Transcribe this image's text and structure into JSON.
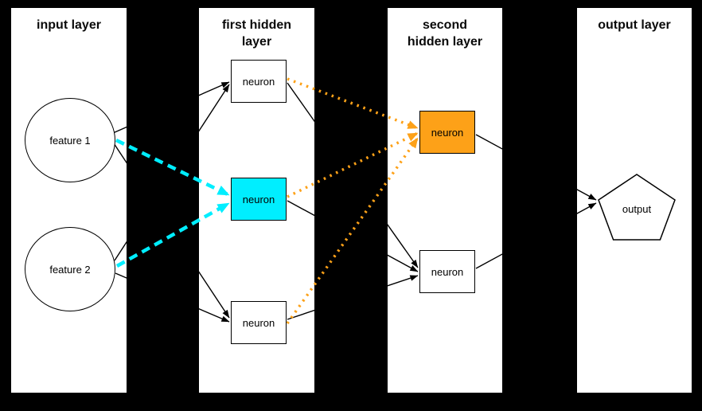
{
  "diagram": {
    "type": "neural-network-architecture",
    "colors": {
      "background": "#000000",
      "panel": "#ffffff",
      "edge": "#000000",
      "text": "#000000",
      "highlight_cyan": "#00eeff",
      "highlight_orange": "#fda118"
    },
    "layers": [
      {
        "name": "input layer",
        "title_lines": [
          "input layer",
          ""
        ]
      },
      {
        "name": "first hidden layer",
        "title_lines": [
          "first hidden",
          "layer"
        ]
      },
      {
        "name": "second hidden layer",
        "title_lines": [
          "second",
          "hidden layer"
        ]
      },
      {
        "name": "output layer",
        "title_lines": [
          "output layer",
          ""
        ]
      }
    ],
    "nodes": {
      "feature1": {
        "label": "feature 1",
        "shape": "circle",
        "fill": "#ffffff"
      },
      "feature2": {
        "label": "feature 2",
        "shape": "circle",
        "fill": "#ffffff"
      },
      "h1_n1": {
        "label": "neuron",
        "shape": "rectangle",
        "fill": "#ffffff"
      },
      "h1_n2": {
        "label": "neuron",
        "shape": "rectangle",
        "fill": "#00eeff",
        "highlighted": true
      },
      "h1_n3": {
        "label": "neuron",
        "shape": "rectangle",
        "fill": "#ffffff"
      },
      "h2_n1": {
        "label": "neuron",
        "shape": "rectangle",
        "fill": "#fda118",
        "highlighted": true
      },
      "h2_n2": {
        "label": "neuron",
        "shape": "rectangle",
        "fill": "#ffffff"
      },
      "output": {
        "label": "output",
        "shape": "pentagon",
        "fill": "#ffffff"
      }
    },
    "edges": [
      {
        "from": "feature1",
        "to": "h1_n1",
        "style": "solid-black-arrow"
      },
      {
        "from": "feature1",
        "to": "h1_n2",
        "style": "dashed-cyan-arrow"
      },
      {
        "from": "feature1",
        "to": "h1_n3",
        "style": "solid-black-arrow"
      },
      {
        "from": "feature2",
        "to": "h1_n1",
        "style": "solid-black-arrow"
      },
      {
        "from": "feature2",
        "to": "h1_n2",
        "style": "dashed-cyan-arrow"
      },
      {
        "from": "feature2",
        "to": "h1_n3",
        "style": "solid-black-arrow"
      },
      {
        "from": "h1_n1",
        "to": "h2_n1",
        "style": "dotted-orange-arrow"
      },
      {
        "from": "h1_n1",
        "to": "h2_n2",
        "style": "solid-black-arrow"
      },
      {
        "from": "h1_n2",
        "to": "h2_n1",
        "style": "dotted-orange-arrow"
      },
      {
        "from": "h1_n2",
        "to": "h2_n2",
        "style": "solid-black-arrow"
      },
      {
        "from": "h1_n3",
        "to": "h2_n1",
        "style": "dotted-orange-arrow"
      },
      {
        "from": "h1_n3",
        "to": "h2_n2",
        "style": "solid-black-arrow"
      },
      {
        "from": "h2_n1",
        "to": "output",
        "style": "solid-black-arrow"
      },
      {
        "from": "h2_n2",
        "to": "output",
        "style": "solid-black-arrow"
      }
    ]
  }
}
